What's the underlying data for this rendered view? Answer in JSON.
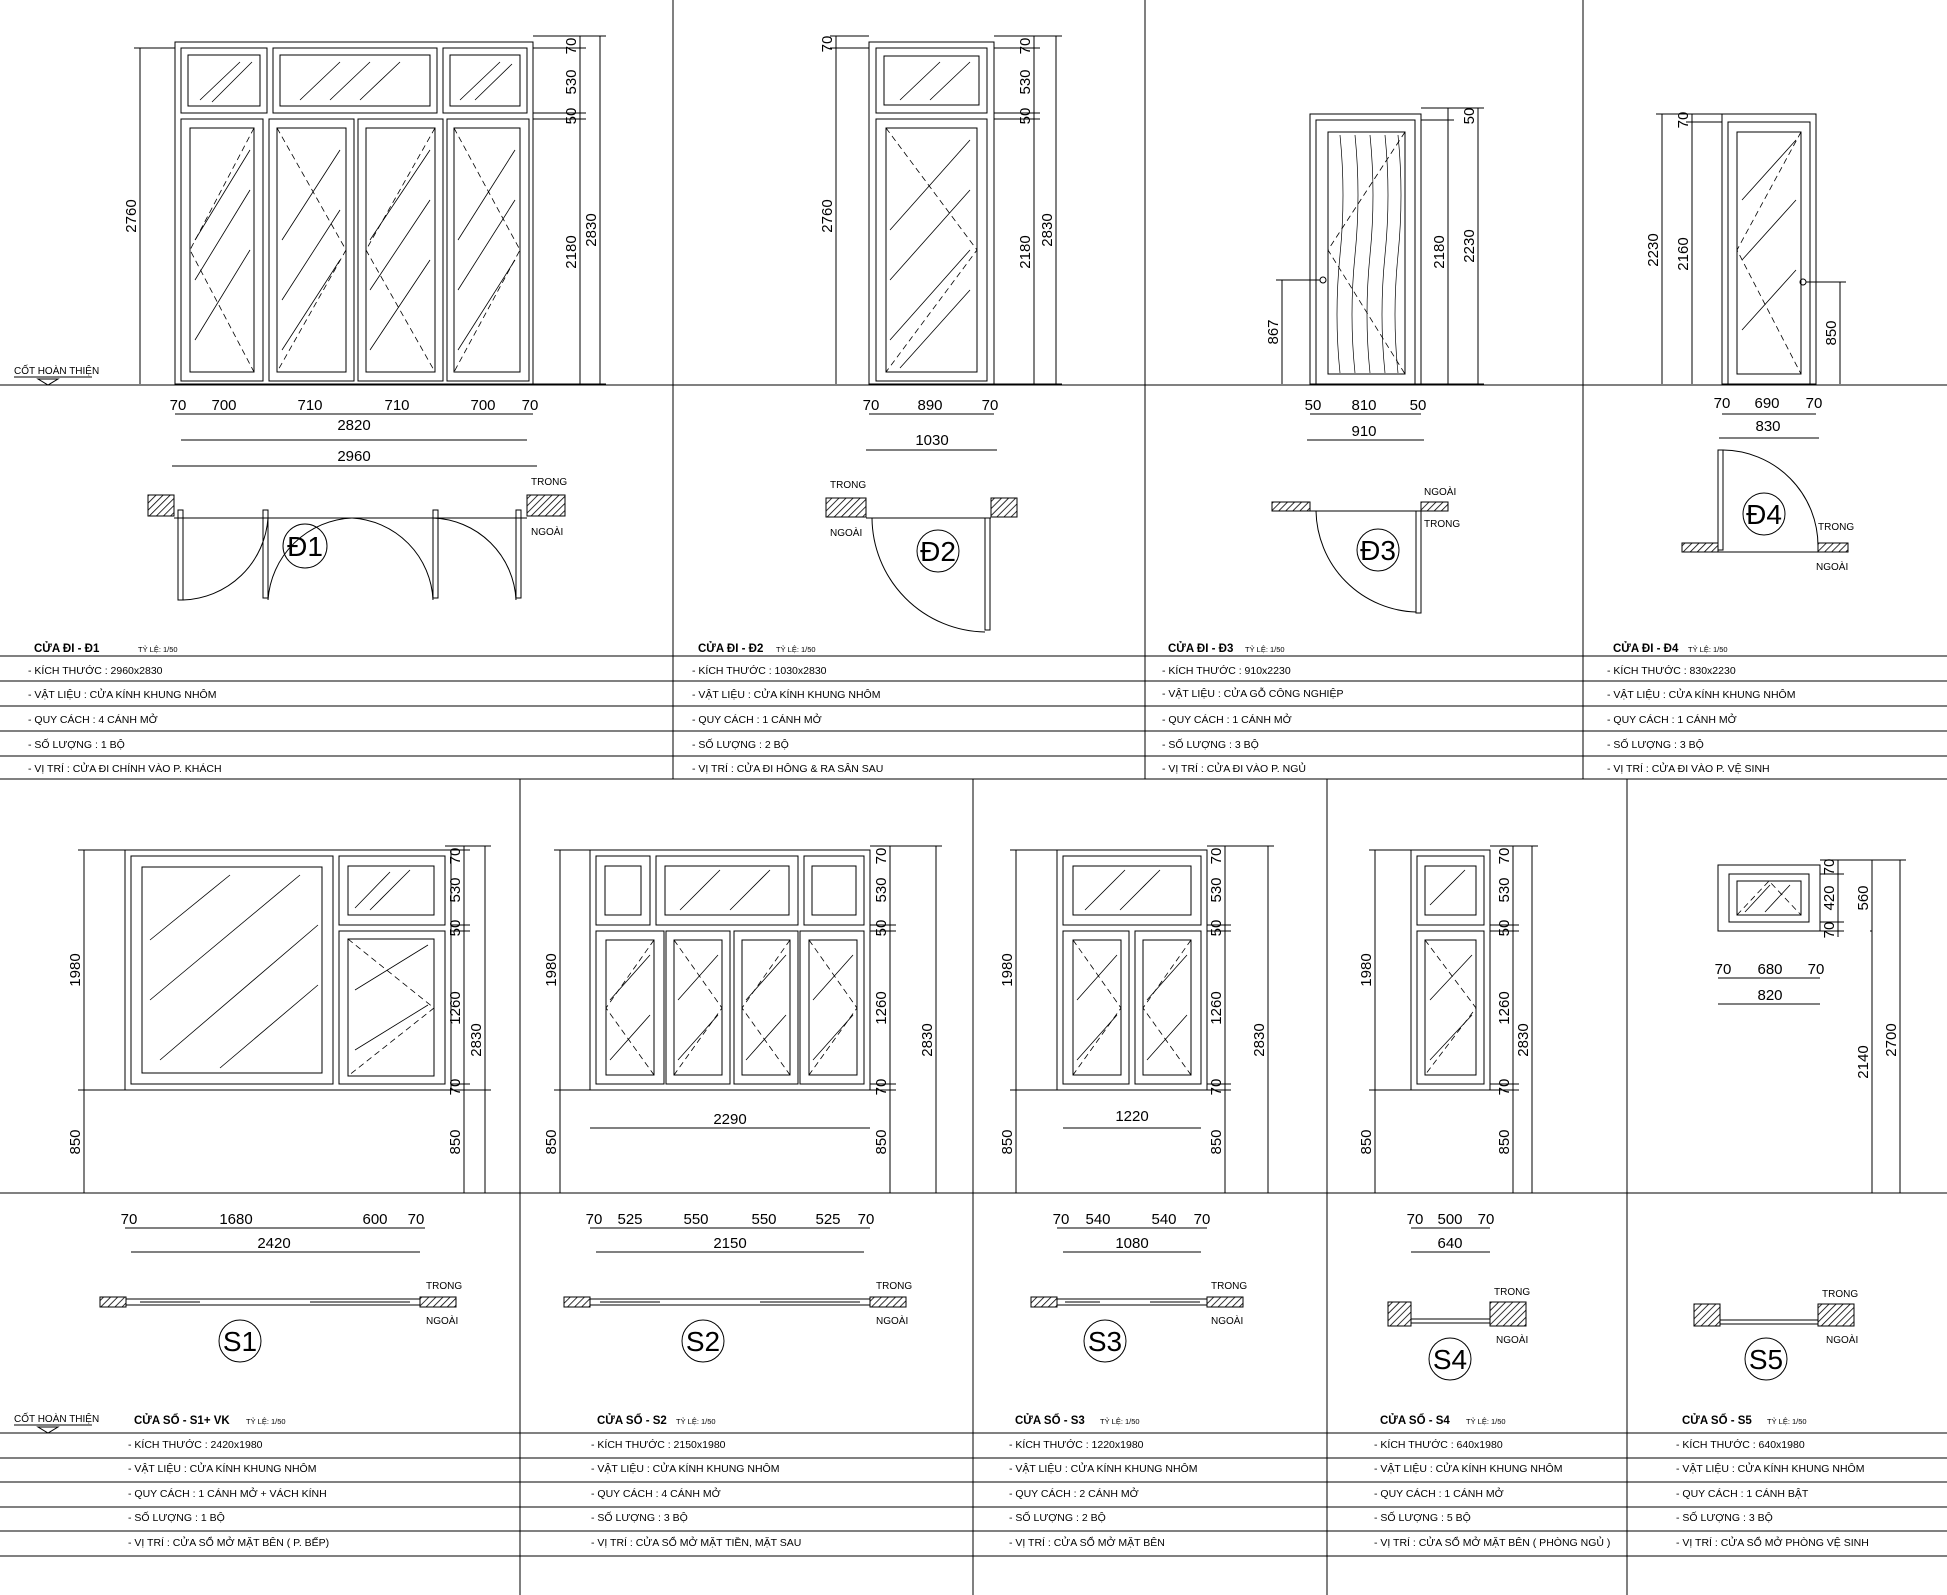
{
  "colors": {
    "ink": "#000000",
    "paper": "#ffffff",
    "hatch": "#333333"
  },
  "finish_level_label": "CỐT HOÀN THIỆN",
  "side_labels": {
    "inside": "TRONG",
    "outside": "NGOÀI"
  },
  "doors": [
    {
      "tag": "Đ1",
      "title": "CỬA ĐI - Đ1",
      "scale": "TỶ LỆ: 1/50",
      "specs": [
        "- KÍCH THƯỚC :  2960x2830",
        "- VẬT LIỆU : CỬA KÍNH KHUNG NHÔM",
        "- QUY CÁCH : 4 CÁNH MỞ",
        "- SỐ LƯỢNG : 1 BỘ",
        "- VỊ TRÍ : CỬA ĐI CHÍNH VÀO P. KHÁCH"
      ],
      "dims_right": [
        "70",
        "530",
        "50",
        "2180",
        "2830"
      ],
      "dims_left": [
        "2760"
      ],
      "dims_bottom": [
        "70",
        "700",
        "710",
        "710",
        "700",
        "70"
      ],
      "total_inner": "2820",
      "total": "2960"
    },
    {
      "tag": "Đ2",
      "title": "CỬA ĐI - Đ2",
      "scale": "TỶ LỆ: 1/50",
      "specs": [
        "- KÍCH THƯỚC :  1030x2830",
        "- VẬT LIỆU : CỬA KÍNH KHUNG NHÔM",
        "- QUY CÁCH : 1 CÁNH MỞ",
        "- SỐ LƯỢNG : 2 BỘ",
        "- VỊ TRÍ : CỬA ĐI HÔNG & RA SÂN SAU"
      ],
      "dims_right": [
        "70",
        "530",
        "50",
        "2180",
        "2830"
      ],
      "dims_left": [
        "70",
        "2760"
      ],
      "dims_bottom": [
        "70",
        "890",
        "70"
      ],
      "total": "1030"
    },
    {
      "tag": "Đ3",
      "title": "CỬA ĐI - Đ3",
      "scale": "TỶ LỆ: 1/50",
      "specs": [
        "- KÍCH THƯỚC : 910x2230",
        "- VẬT LIỆU : CỬA GỖ CÔNG NGHIỆP",
        "- QUY CÁCH : 1 CÁNH MỞ",
        "- SỐ LƯỢNG : 3 BỘ",
        "- VỊ TRÍ : CỬA ĐI VÀO P. NGỦ"
      ],
      "dims_right": [
        "50",
        "2180",
        "2230"
      ],
      "dims_left": [
        "867"
      ],
      "dims_bottom": [
        "50",
        "810",
        "50"
      ],
      "total": "910"
    },
    {
      "tag": "Đ4",
      "title": "CỬA ĐI - Đ4",
      "scale": "TỶ LỆ: 1/50",
      "specs": [
        "- KÍCH THƯỚC : 830x2230",
        "- VẬT LIỆU : CỬA KÍNH KHUNG NHÔM",
        "- QUY CÁCH : 1 CÁNH MỞ",
        "- SỐ LƯỢNG : 3 BỘ",
        "- VỊ TRÍ : CỬA ĐI VÀO P. VỆ SINH"
      ],
      "dims_right": [
        "850"
      ],
      "dims_left": [
        "70",
        "2230",
        "2160"
      ],
      "dims_bottom": [
        "70",
        "690",
        "70"
      ],
      "total": "830"
    }
  ],
  "windows": [
    {
      "tag": "S1",
      "title": "CỬA SỔ - S1+ VK",
      "scale": "TỶ LỆ: 1/50",
      "specs": [
        "- KÍCH THƯỚC : 2420x1980",
        "- VẬT LIỆU : CỬA KÍNH KHUNG NHÔM",
        "- QUY CÁCH : 1 CÁNH MỞ + VÁCH KÍNH",
        "- SỐ LƯỢNG : 1 BỘ",
        "- VỊ TRÍ : CỬA SỔ MỞ MẶT BÊN ( P. BẾP)"
      ],
      "dims_right": [
        "70",
        "530",
        "50",
        "1260",
        "70",
        "850",
        "2830"
      ],
      "dims_left": [
        "1980",
        "850"
      ],
      "dims_bottom": [
        "70",
        "1680",
        "600",
        "70"
      ],
      "total": "2420"
    },
    {
      "tag": "S2",
      "title": "CỬA SỔ - S2",
      "scale": "TỶ LỆ: 1/50",
      "specs": [
        "- KÍCH THƯỚC : 2150x1980",
        "- VẬT LIỆU : CỬA KÍNH KHUNG NHÔM",
        "- QUY CÁCH : 4 CÁNH MỞ",
        "- SỐ LƯỢNG : 3 BỘ",
        "- VỊ TRÍ : CỬA SỔ MỞ MẶT TIỀN, MẶT SAU"
      ],
      "dims_right": [
        "70",
        "530",
        "50",
        "1260",
        "70",
        "850",
        "2830"
      ],
      "dims_left": [
        "1980",
        "850"
      ],
      "dims_inner": "2290",
      "dims_bottom": [
        "70",
        "525",
        "550",
        "550",
        "525",
        "70"
      ],
      "total": "2150"
    },
    {
      "tag": "S3",
      "title": "CỬA SỔ - S3",
      "scale": "TỶ LỆ: 1/50",
      "specs": [
        "- KÍCH THƯỚC : 1220x1980",
        "- VẬT LIỆU : CỬA KÍNH KHUNG NHÔM",
        "- QUY CÁCH : 2 CÁNH MỞ",
        "- SỐ LƯỢNG : 2 BỘ",
        "- VỊ TRÍ : CỬA SỔ MỞ MẶT BÊN"
      ],
      "dims_right": [
        "70",
        "530",
        "50",
        "1260",
        "70",
        "850",
        "2830"
      ],
      "dims_left": [
        "1980",
        "850"
      ],
      "dims_inner": "1220",
      "dims_bottom": [
        "70",
        "540",
        "540",
        "70"
      ],
      "total": "1080"
    },
    {
      "tag": "S4",
      "title": "CỬA SỔ - S4",
      "scale": "TỶ LỆ: 1/50",
      "specs": [
        "- KÍCH THƯỚC : 640x1980",
        "- VẬT LIỆU : CỬA KÍNH KHUNG NHÔM",
        "- QUY CÁCH : 1 CÁNH MỞ",
        "- SỐ LƯỢNG : 5 BỘ",
        "- VỊ TRÍ : CỬA SỔ MỞ MẶT BÊN ( PHÒNG NGỦ )"
      ],
      "dims_right": [
        "70",
        "530",
        "50",
        "1260",
        "70",
        "850",
        "2830"
      ],
      "dims_left": [
        "1980",
        "850"
      ],
      "dims_bottom": [
        "70",
        "500",
        "70"
      ],
      "total": "640"
    },
    {
      "tag": "S5",
      "title": "CỬA SỔ - S5",
      "scale": "TỶ LỆ: 1/50",
      "specs": [
        "- KÍCH THƯỚC : 640x1980",
        "- VẬT LIỆU : CỬA KÍNH KHUNG NHÔM",
        "- QUY CÁCH : 1 CÁNH BẬT",
        "- SỐ LƯỢNG : 3 BỘ",
        "- VỊ TRÍ : CỬA SỔ MỞ PHÒNG VỆ SINH"
      ],
      "dims_right": [
        "70",
        "420",
        "70",
        "560",
        "2140",
        "2700"
      ],
      "dims_bottom": [
        "70",
        "680",
        "70"
      ],
      "total": "820"
    }
  ]
}
